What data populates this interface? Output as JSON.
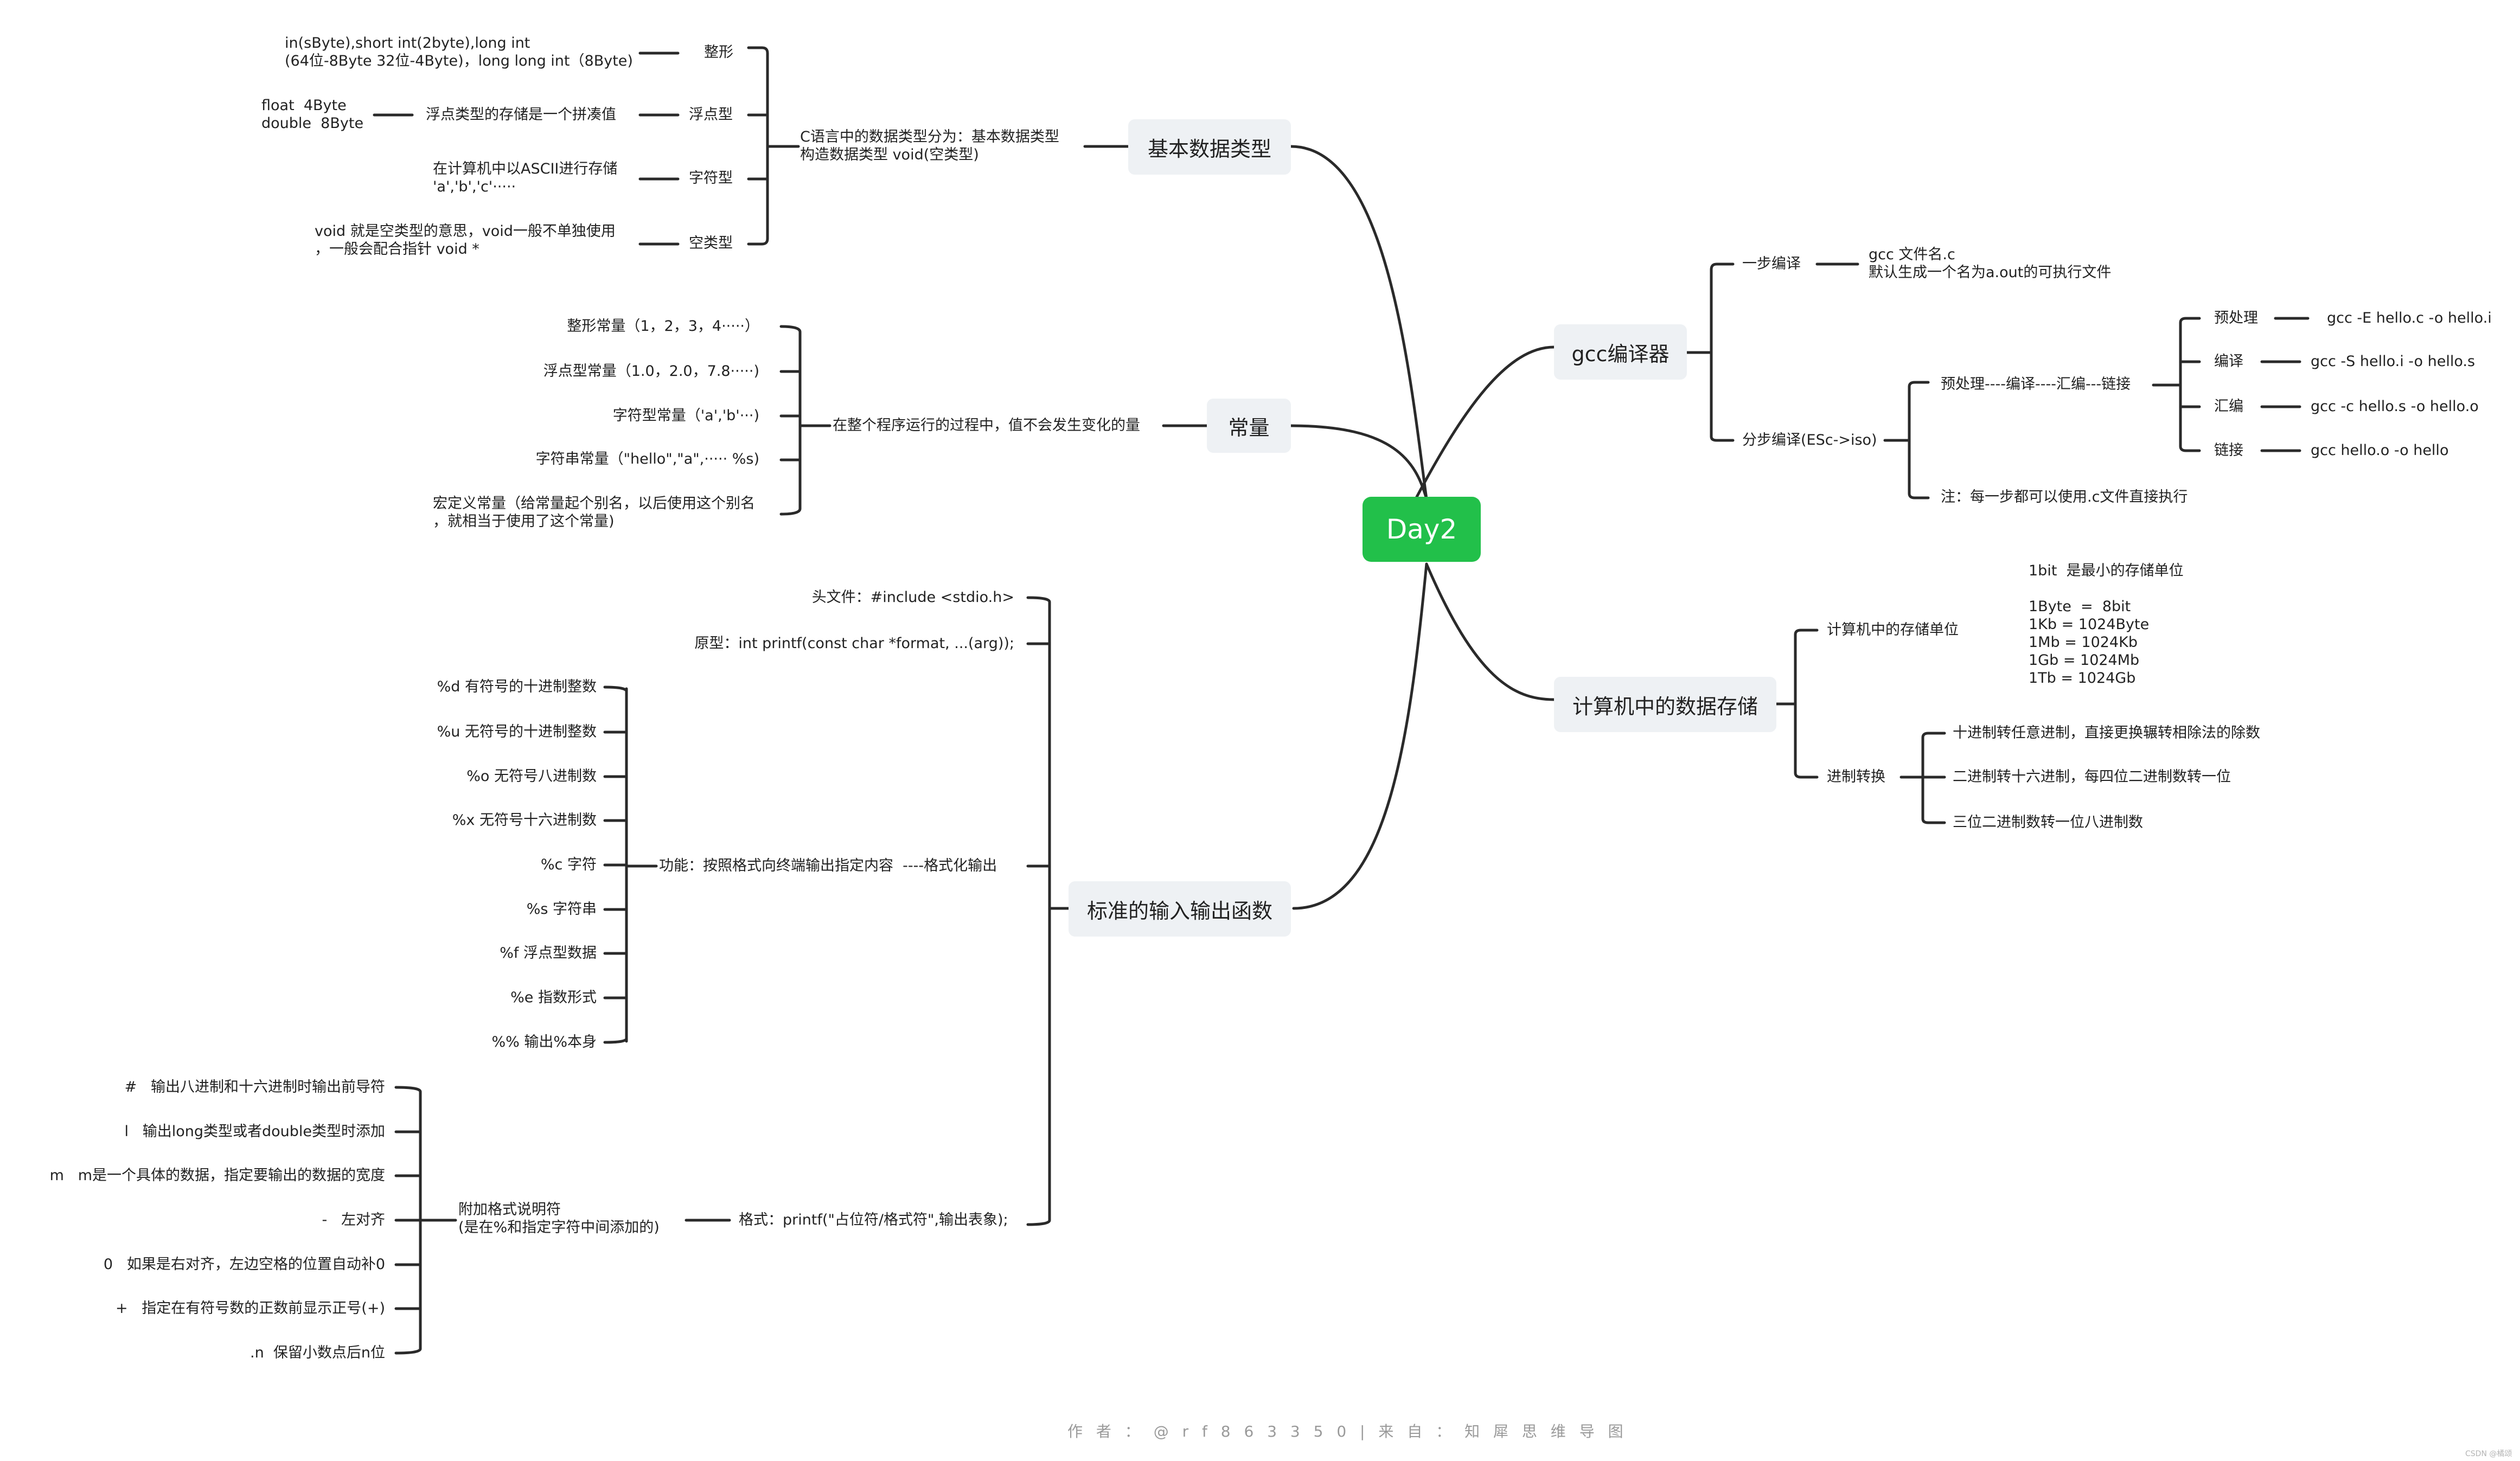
{
  "root": "Day2",
  "basic": {
    "title": "基本数据类型",
    "desc": "C语言中的数据类型分为：基本数据类型\n构造数据类型 void(空类型)",
    "int": {
      "label": "整形",
      "note": "in(sByte),short int(2byte),long int\n(64位-8Byte 32位-4Byte)，long long int（8Byte)"
    },
    "float": {
      "label": "浮点型",
      "note": "浮点类型的存储是一个拼凑值",
      "size": "float  4Byte\ndouble  8Byte"
    },
    "char": {
      "label": "字符型",
      "note": "在计算机中以ASCII进行存储\n'a','b','c'·····"
    },
    "void": {
      "label": "空类型",
      "note": "void 就是空类型的意思，void一般不单独使用\n，一般会配合指针 void *"
    }
  },
  "constant": {
    "title": "常量",
    "desc": "在整个程序运行的过程中，值不会发生变化的量",
    "items": [
      "整形常量（1，2，3，4·····）",
      "浮点型常量（1.0，2.0，7.8·····)",
      "字符型常量（'a','b'···)",
      "字符串常量（\"hello\",\"a\",····· %s)",
      "宏定义常量（给常量起个别名，以后使用这个别名\n，就相当于使用了这个常量)"
    ]
  },
  "io": {
    "title": "标准的输入输出函数",
    "header": "头文件：#include <stdio.h>",
    "proto": "原型：int printf(const char *format, ...(arg));",
    "func": "功能：按照格式向终端输出指定内容  ----格式化输出",
    "formats": [
      "%d 有符号的十进制整数",
      "%u 无符号的十进制整数",
      "%o 无符号八进制数",
      "%x 无符号十六进制数",
      "%c 字符",
      "%s 字符串",
      "%f 浮点型数据",
      "%e 指数形式",
      "%% 输出%本身"
    ],
    "fmt": "格式：printf(\"占位符/格式符\",输出表象);",
    "extra": "附加格式说明符\n(是在%和指定字符中间添加的)",
    "extras": [
      "#   输出八进制和十六进制时输出前导符",
      "l   输出long类型或者double类型时添加",
      "m   m是一个具体的数据，指定要输出的数据的宽度",
      "-   左对齐",
      "0   如果是右对齐，左边空格的位置自动补0",
      "+   指定在有符号数的正数前显示正号(+)",
      ".n  保留小数点后n位"
    ]
  },
  "gcc": {
    "title": "gcc编译器",
    "one": "一步编译",
    "one_note": "gcc 文件名.c\n默认生成一个名为a.out的可执行文件",
    "step": "分步编译(ESc->iso)",
    "flow": "预处理----编译----汇编---链接",
    "note": "注：每一步都可以使用.c文件直接执行",
    "steps": [
      {
        "label": "预处理",
        "cmd": "gcc -E hello.c -o hello.i"
      },
      {
        "label": "编译",
        "cmd": "gcc -S hello.i -o hello.s"
      },
      {
        "label": "汇编",
        "cmd": "gcc -c hello.s -o hello.o"
      },
      {
        "label": "链接",
        "cmd": "gcc hello.o -o hello"
      }
    ]
  },
  "storage": {
    "title": "计算机中的数据存储",
    "unit": "计算机中的存储单位",
    "unit_note": "1bit  是最小的存储单位\n\n1Byte  =  8bit\n1Kb = 1024Byte\n1Mb = 1024Kb\n1Gb = 1024Mb\n1Tb = 1024Gb",
    "conv": "进制转换",
    "conv_items": [
      "十进制转任意进制，直接更换辗转相除法的除数",
      "二进制转十六进制，每四位二进制数转一位",
      "三位二进制数转一位八进制数"
    ]
  },
  "footer": "作 者 ： @ r f 8 6 3 3 5 0  |  来 自 ： 知 犀 思 维 导 图",
  "watermark": "CSDN @橘颂"
}
